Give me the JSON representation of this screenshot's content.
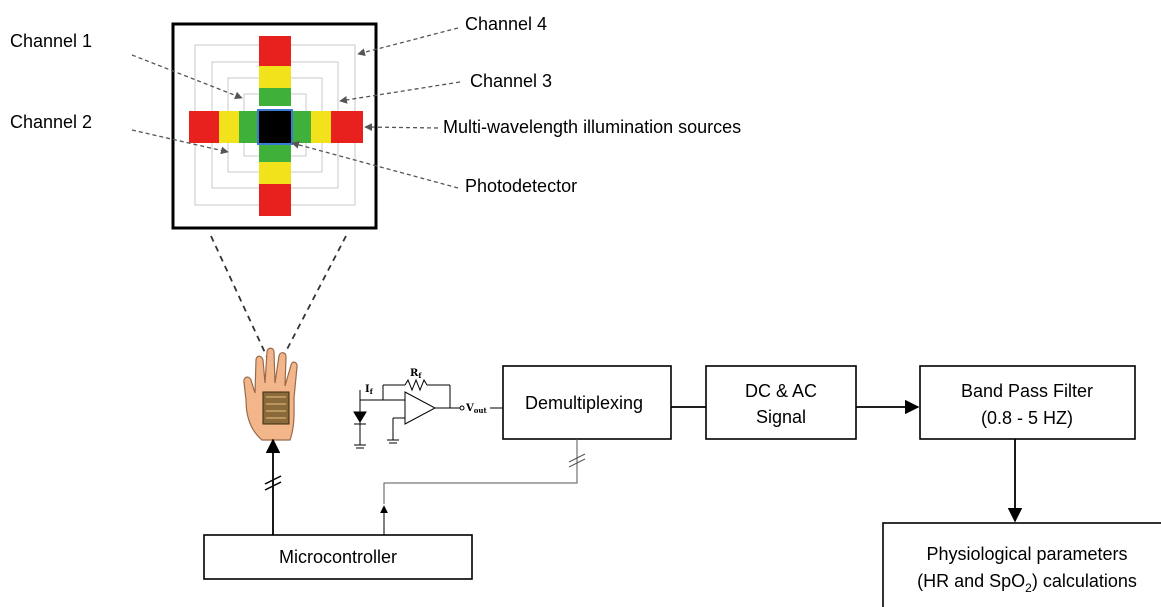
{
  "sensor": {
    "channel_1": "Channel 1",
    "channel_2": "Channel 2",
    "channel_3": "Channel 3",
    "channel_4": "Channel 4",
    "illumination": "Multi-wavelength illumination sources",
    "photodetector": "Photodetector"
  },
  "circuit": {
    "input_label": "I",
    "input_sub": "f",
    "feedback_label": "R",
    "feedback_sub": "f",
    "output_label": "V",
    "output_sub": "out"
  },
  "blocks": {
    "demux": "Demultiplexing",
    "dcac_line1": "DC & AC",
    "dcac_line2": "Signal",
    "bpf_line1": "Band Pass Filter",
    "bpf_line2": "(0.8 - 5 HZ)",
    "micro": "Microcontroller",
    "phys_line1": "Physiological parameters",
    "phys_line2_a": "(HR and SpO",
    "phys_line2_sub": "2",
    "phys_line2_b": ") calculations"
  },
  "colors": {
    "red": "#e8211f",
    "yellow": "#f2e21b",
    "green": "#3fb13a",
    "skin": "#f3b58a",
    "detector_border": "#3a7bd5"
  }
}
